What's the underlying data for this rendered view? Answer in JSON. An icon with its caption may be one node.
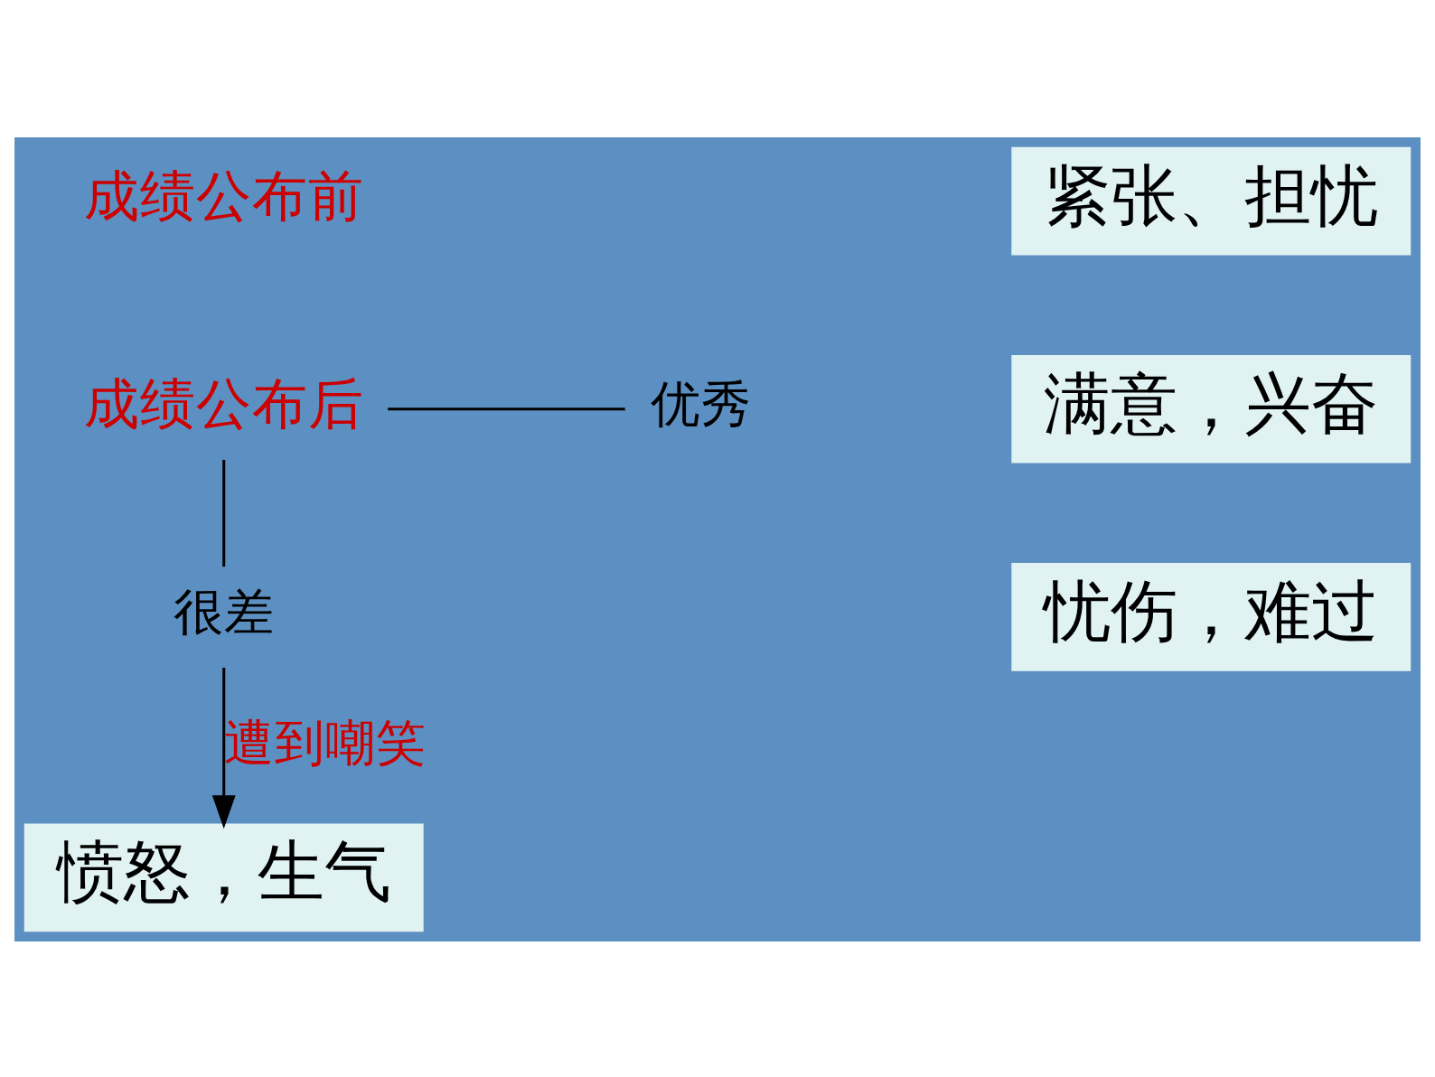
{
  "diagram": {
    "nodes": [
      {
        "text": [
          "成绩公布前"
        ]
      },
      {
        "text": [
          "紧张、担忧"
        ]
      },
      {
        "text": [
          "成绩公布后"
        ]
      },
      {
        "text": [
          "优秀"
        ]
      },
      {
        "text": [
          "满意，兴奋"
        ]
      },
      {
        "text": [
          "很差"
        ]
      },
      {
        "text": [
          "忧伤，难过"
        ]
      },
      {
        "text": [
          "愤怒，生气"
        ]
      }
    ],
    "edges": [
      {
        "from": 2,
        "to": 3,
        "arrow": "none"
      },
      {
        "from": 2,
        "to": 5,
        "arrow": "none"
      },
      {
        "from": 5,
        "to": 7,
        "arrow": "to",
        "label": "遭到嘲笑"
      }
    ]
  }
}
